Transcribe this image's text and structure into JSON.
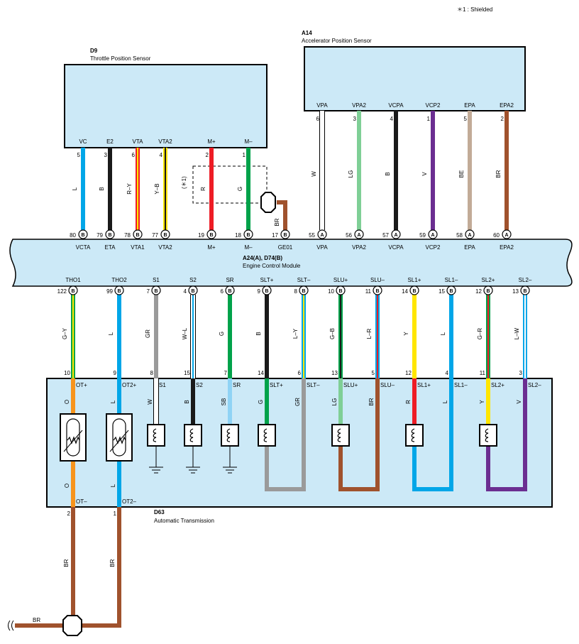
{
  "footnote": "＊1 : Shielded",
  "colors": {
    "W": "#ffffff",
    "L": "#00a6e8",
    "B": "#1a1a1a",
    "R": "#ee1c25",
    "Y": "#ffe600",
    "G": "#00a24a",
    "LG": "#7fcf96",
    "V": "#6b2e91",
    "BE": "#c2ab97",
    "BR": "#a0522d",
    "GR": "#9a9a9a",
    "O": "#f7941d",
    "SB": "#8fd3f5",
    "panel": "#cce9f7"
  },
  "d9": {
    "code": "D9",
    "name": "Throttle Position Sensor",
    "pins": [
      {
        "name": "VC",
        "num": "5",
        "wire": "L",
        "ecm_pin": "80",
        "conn": "B",
        "ecm_label": "VCTA"
      },
      {
        "name": "E2",
        "num": "3",
        "wire": "B",
        "ecm_pin": "79",
        "conn": "B",
        "ecm_label": "ETA"
      },
      {
        "name": "VTA",
        "num": "6",
        "wire": "R–Y",
        "ecm_pin": "78",
        "conn": "B",
        "ecm_label": "VTA1"
      },
      {
        "name": "VTA2",
        "num": "4",
        "wire": "Y–B",
        "ecm_pin": "77",
        "conn": "B",
        "ecm_label": "VTA2"
      },
      {
        "name": "M+",
        "num": "2",
        "wire": "R",
        "ecm_pin": "19",
        "conn": "B",
        "ecm_label": "M+"
      },
      {
        "name": "M–",
        "num": "1",
        "wire": "G",
        "ecm_pin": "18",
        "conn": "B",
        "ecm_label": "M–"
      }
    ],
    "shield_label": "(＊1)",
    "ground": {
      "wire": "BR",
      "ecm_pin": "17",
      "conn": "B",
      "ecm_label": "GE01"
    }
  },
  "a14": {
    "code": "A14",
    "name": "Accelerator Position Sensor",
    "pins": [
      {
        "name": "VPA",
        "num": "6",
        "wire": "W",
        "ecm_pin": "55",
        "conn": "A",
        "ecm_label": "VPA"
      },
      {
        "name": "VPA2",
        "num": "3",
        "wire": "LG",
        "ecm_pin": "56",
        "conn": "A",
        "ecm_label": "VPA2"
      },
      {
        "name": "VCPA",
        "num": "4",
        "wire": "B",
        "ecm_pin": "57",
        "conn": "A",
        "ecm_label": "VCPA"
      },
      {
        "name": "VCP2",
        "num": "1",
        "wire": "V",
        "ecm_pin": "59",
        "conn": "A",
        "ecm_label": "VCP2"
      },
      {
        "name": "EPA",
        "num": "5",
        "wire": "BE",
        "ecm_pin": "58",
        "conn": "A",
        "ecm_label": "EPA"
      },
      {
        "name": "EPA2",
        "num": "2",
        "wire": "BR",
        "ecm_pin": "60",
        "conn": "A",
        "ecm_label": "EPA2"
      }
    ]
  },
  "ecm": {
    "code": "A24(A), D74(B)",
    "name": "Engine Control Module",
    "bottom_pins": [
      {
        "label": "THO1",
        "pin": "122",
        "conn": "B",
        "wire": "G–Y",
        "tm_pin": "10",
        "tm_label": "OT+"
      },
      {
        "label": "THO2",
        "pin": "99",
        "conn": "B",
        "wire": "L",
        "tm_pin": "9",
        "tm_label": "OT2+"
      },
      {
        "label": "S1",
        "pin": "7",
        "conn": "B",
        "wire": "GR",
        "tm_pin": "8",
        "tm_label": "S1"
      },
      {
        "label": "S2",
        "pin": "4",
        "conn": "B",
        "wire": "W–L",
        "tm_pin": "15",
        "tm_label": "S2"
      },
      {
        "label": "SR",
        "pin": "6",
        "conn": "B",
        "wire": "G",
        "tm_pin": "7",
        "tm_label": "SR"
      },
      {
        "label": "SLT+",
        "pin": "9",
        "conn": "B",
        "wire": "B",
        "tm_pin": "14",
        "tm_label": "SLT+"
      },
      {
        "label": "SLT–",
        "pin": "8",
        "conn": "B",
        "wire": "L–Y",
        "tm_pin": "6",
        "tm_label": "SLT–"
      },
      {
        "label": "SLU+",
        "pin": "10",
        "conn": "B",
        "wire": "G–B",
        "tm_pin": "13",
        "tm_label": "SLU+"
      },
      {
        "label": "SLU–",
        "pin": "11",
        "conn": "B",
        "wire": "L–R",
        "tm_pin": "5",
        "tm_label": "SLU–"
      },
      {
        "label": "SL1+",
        "pin": "14",
        "conn": "B",
        "wire": "Y",
        "tm_pin": "12",
        "tm_label": "SL1+"
      },
      {
        "label": "SL1–",
        "pin": "15",
        "conn": "B",
        "wire": "L",
        "tm_pin": "4",
        "tm_label": "SL1–"
      },
      {
        "label": "SL2+",
        "pin": "12",
        "conn": "B",
        "wire": "G–R",
        "tm_pin": "11",
        "tm_label": "SL2+"
      },
      {
        "label": "SL2–",
        "pin": "13",
        "conn": "B",
        "wire": "L–W",
        "tm_pin": "3",
        "tm_label": "SL2–"
      }
    ]
  },
  "d63": {
    "code": "D63",
    "name": "Automatic Transmission",
    "internal_wires": [
      "O",
      "L",
      "W",
      "B",
      "SB",
      "G",
      "GR",
      "LG",
      "BR",
      "R",
      "L",
      "Y",
      "V"
    ],
    "lower_wires": [
      {
        "wire": "O",
        "label": "OT–",
        "pin": "2"
      },
      {
        "wire": "L",
        "label": "OT2–",
        "pin": "1"
      }
    ],
    "ground_wires": [
      "BR",
      "BR"
    ],
    "ground_main_wire": "BR"
  }
}
